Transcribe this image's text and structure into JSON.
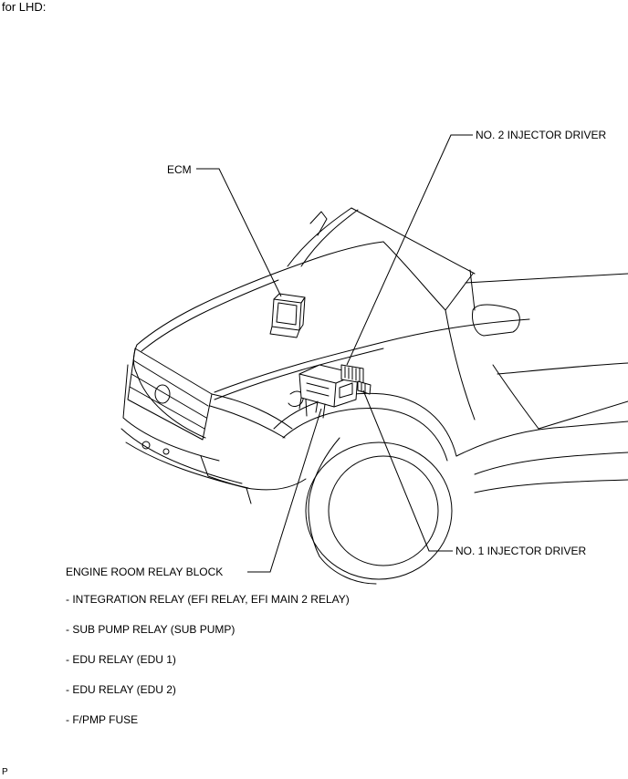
{
  "header": {
    "variant_label": "for LHD:"
  },
  "callouts": {
    "ecm": "ECM",
    "no2_injector_driver": "NO. 2 INJECTOR DRIVER",
    "no1_injector_driver": "NO. 1 INJECTOR DRIVER",
    "engine_room_relay_block": "ENGINE ROOM RELAY BLOCK"
  },
  "relay_block_items": [
    "- INTEGRATION RELAY (EFI RELAY, EFI MAIN 2 RELAY)",
    "- SUB PUMP RELAY (SUB PUMP)",
    "- EDU RELAY (EDU 1)",
    "- EDU RELAY (EDU 2)",
    "- F/PMP FUSE"
  ],
  "footer": {
    "code": "P"
  }
}
